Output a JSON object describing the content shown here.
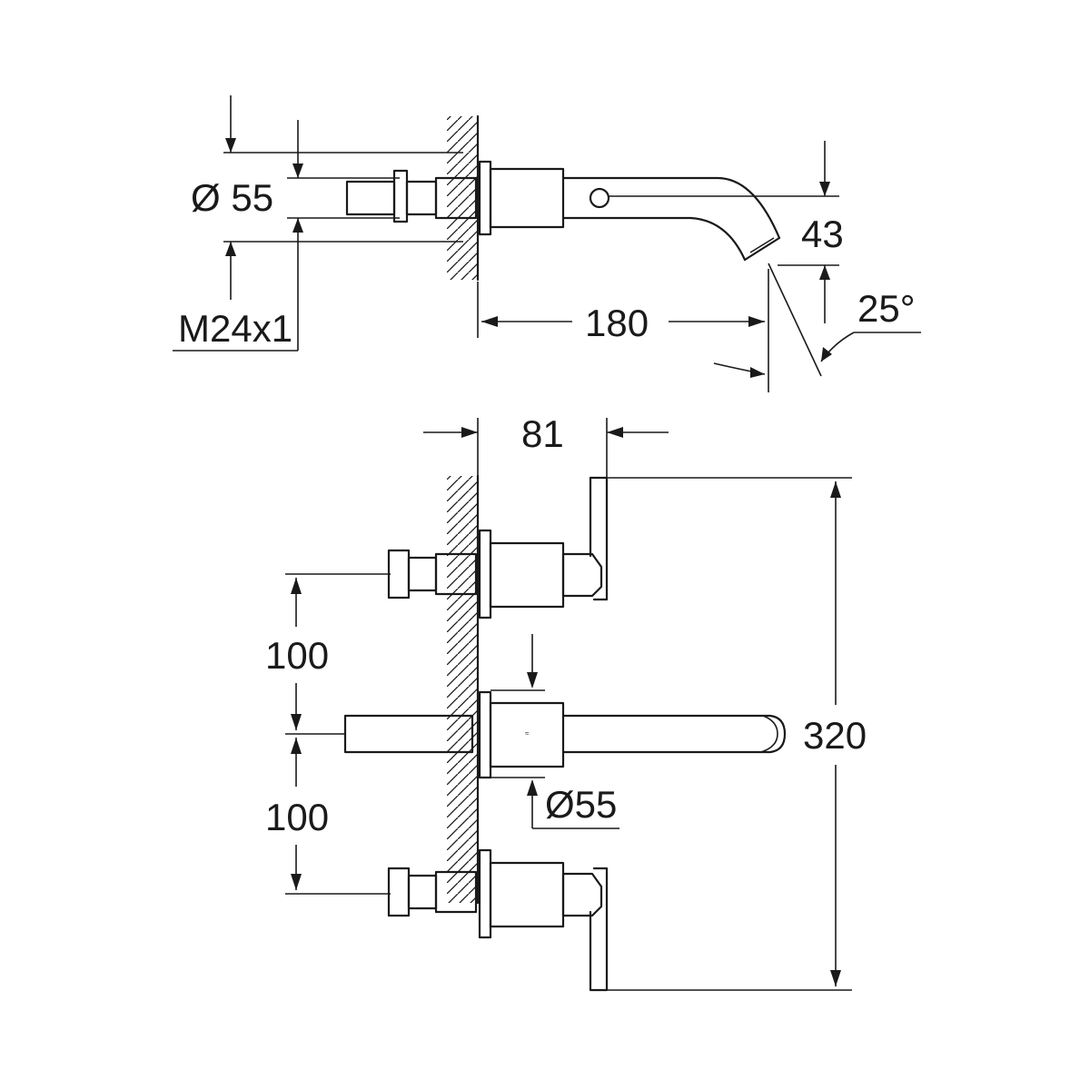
{
  "dimensions": {
    "top_view": {
      "diameter": "Ø 55",
      "thread": "M24x1",
      "spout_projection": "180",
      "spout_height": "43",
      "spout_angle": "25°"
    },
    "front_view": {
      "handle_offset": "81",
      "spacing_upper": "100",
      "spacing_lower": "100",
      "overall_width": "320",
      "rosette_diameter": "Ø55"
    }
  }
}
